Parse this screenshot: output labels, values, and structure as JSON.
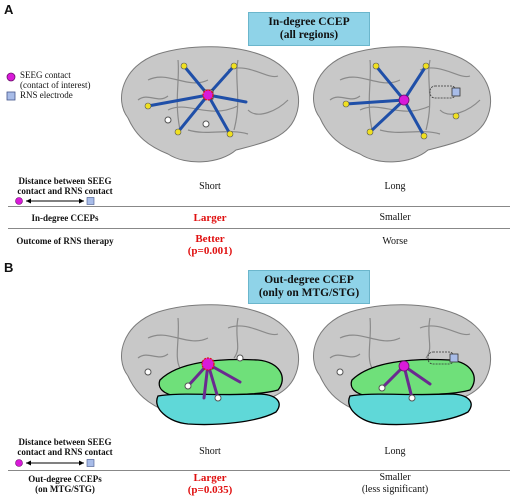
{
  "panelA": {
    "letter": "A",
    "title_line1": "In-degree CCEP",
    "title_line2": "(all regions)",
    "legend": {
      "seeg_label_1": "SEEG contact",
      "seeg_label_2": "(contact of interest)",
      "rns_label": "RNS electrode"
    },
    "rows": [
      {
        "label_1": "Distance between SEEG",
        "label_2": "contact and RNS contact",
        "short": "Short",
        "long": "Long"
      },
      {
        "label_1": "In-degree CCEPs",
        "short": "Larger",
        "long": "Smaller"
      },
      {
        "label_1": "Outcome of RNS therapy",
        "short_1": "Better",
        "short_2": "(p=0.001)",
        "long": "Worse"
      }
    ]
  },
  "panelB": {
    "letter": "B",
    "title_line1": "Out-degree CCEP",
    "title_line2": "(only on MTG/STG)",
    "rows": [
      {
        "label_1": "Distance between SEEG",
        "label_2": "contact and RNS contact",
        "short": "Short",
        "long": "Long"
      },
      {
        "label_1": "Out-degree CCEPs",
        "label_2": "(on MTG/STG)",
        "short_1": "Larger",
        "short_2": "(p=0.035)",
        "long_1": "Smaller",
        "long_2": "(less significant)"
      }
    ]
  },
  "colors": {
    "seeg": "#d91ad9",
    "rns": "#a8bce8",
    "arrows_in": "#1f4fa8",
    "arrows_out": "#6a2a90",
    "mtg": "#6fe07a",
    "stg": "#5fd8d8",
    "title_bg": "#8fd3e8",
    "highlight": "#e01010"
  }
}
